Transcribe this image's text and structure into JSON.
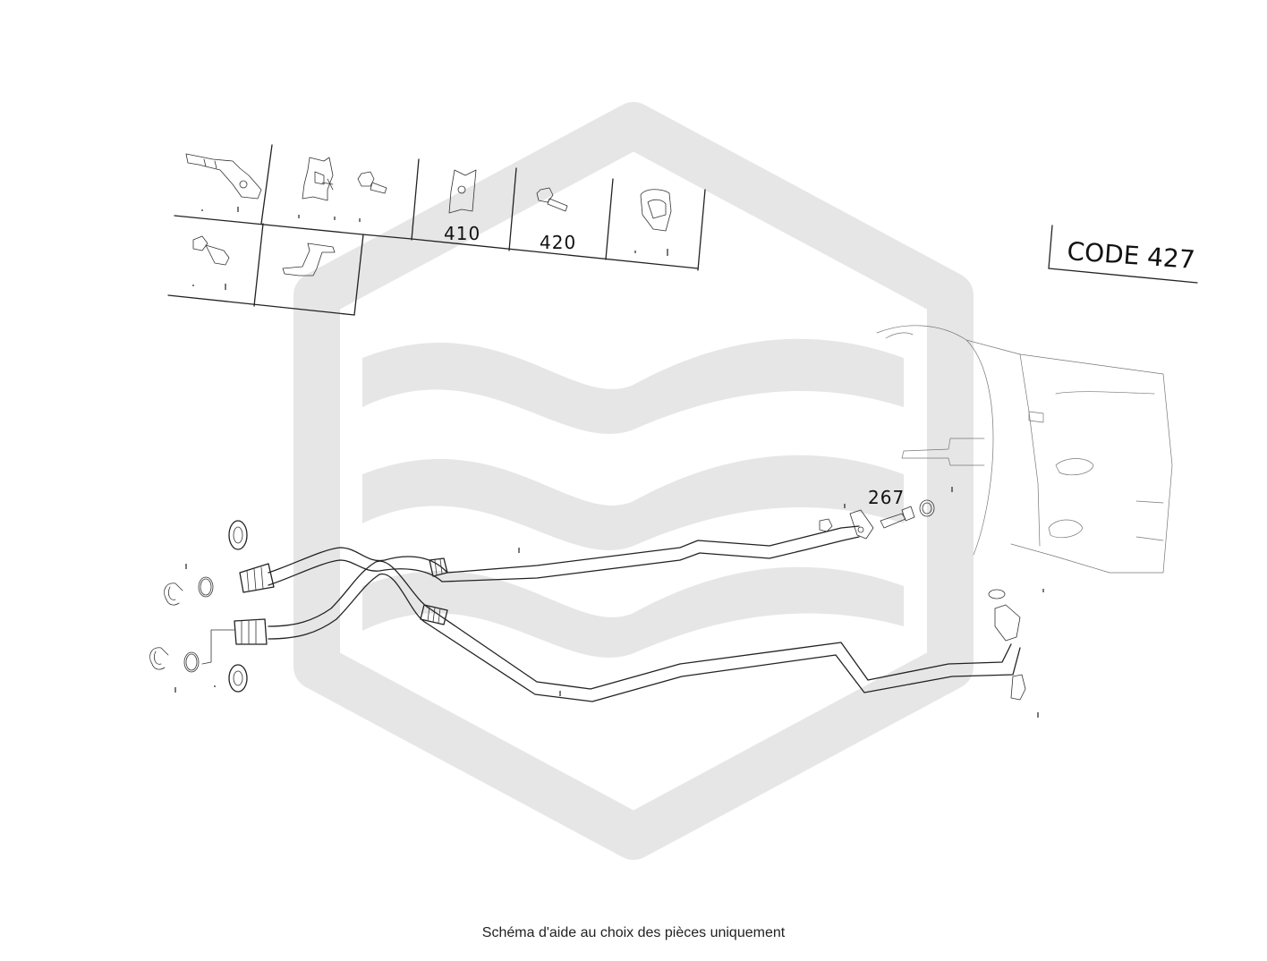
{
  "diagram": {
    "code_label": "CODE 427",
    "callouts": {
      "c410": "410",
      "c420": "420",
      "c267": "267"
    },
    "colors": {
      "line": "#222222",
      "watermark": "#e6e6e6"
    }
  },
  "footer": {
    "text": "Schéma d'aide au choix des pièces uniquement"
  }
}
